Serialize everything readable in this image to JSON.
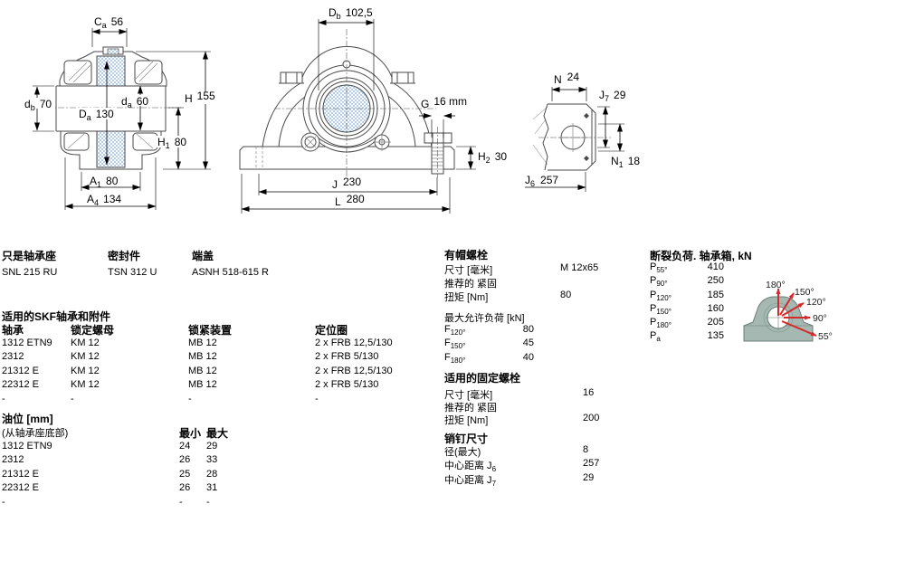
{
  "colors": {
    "hatch_blue": "#b5cde9",
    "drawing_line": "#4a4a4a",
    "dimension_line": "#000000",
    "load_arrow_red": "#d42a2a",
    "load_housing_teal": "#a5b8b2"
  },
  "products": {
    "housing": {
      "label": "只是轴承座",
      "value": "SNL 215 RU"
    },
    "seal": {
      "label": "密封件",
      "value": "TSN 312 U"
    },
    "end_cover": {
      "label": "端盖",
      "value": "ASNH 518-615 R"
    }
  },
  "bearings": {
    "title": "适用的SKF轴承和附件",
    "headers": [
      "轴承",
      "锁定螺母",
      "锁紧装置",
      "定位圈"
    ],
    "rows": [
      [
        "1312 ETN9",
        "KM 12",
        "MB 12",
        "2 x FRB 12,5/130"
      ],
      [
        "2312",
        "KM 12",
        "MB 12",
        "2 x FRB 5/130"
      ],
      [
        "21312 E",
        "KM 12",
        "MB 12",
        "2 x FRB 12,5/130"
      ],
      [
        "22312 E",
        "KM 12",
        "MB 12",
        "2 x FRB 5/130"
      ],
      [
        "-",
        "-",
        "-",
        "-"
      ]
    ]
  },
  "oil": {
    "title": "油位 [mm]",
    "subtitle": "(从轴承座底部)",
    "col_min": "最小",
    "col_max": "最大",
    "rows": [
      {
        "name": "1312 ETN9",
        "min": "24",
        "max": "29"
      },
      {
        "name": "2312",
        "min": "26",
        "max": "33"
      },
      {
        "name": "21312 E",
        "min": "25",
        "max": "28"
      },
      {
        "name": "22312 E",
        "min": "26",
        "max": "31"
      },
      {
        "name": "-",
        "min": "-",
        "max": "-"
      }
    ]
  },
  "cap_bolts": {
    "title": "有帽螺栓",
    "size_label": "尺寸 [毫米]",
    "size_value": "M 12x65",
    "recommend_label": "推荐的 紧固",
    "torque_label": "扭矩 [Nm]",
    "torque_value": "80",
    "max_load_title": "最大允许负荷 [kN]",
    "loads": [
      {
        "base": "F",
        "sub": "120°",
        "value": "80"
      },
      {
        "base": "F",
        "sub": "150°",
        "value": "45"
      },
      {
        "base": "F",
        "sub": "180°",
        "value": "40"
      }
    ]
  },
  "fixing_bolts": {
    "title": "适用的固定螺栓",
    "size_label": "尺寸 [毫米]",
    "size_value": "16",
    "recommend_label": "推荐的 紧固",
    "torque_label": "扭矩 [Nm]",
    "torque_value": "200"
  },
  "pins": {
    "title": "销钉尺寸",
    "rows": [
      {
        "label": "径(最大)",
        "sub": "",
        "value": "8"
      },
      {
        "label": "中心距离 J",
        "sub": "6",
        "value": "257"
      },
      {
        "label": "中心距离 J",
        "sub": "7",
        "value": "29"
      }
    ]
  },
  "breaking": {
    "title": "断裂负荷. 轴承箱, kN",
    "rows": [
      {
        "base": "P",
        "sub": "55°",
        "value": "410"
      },
      {
        "base": "P",
        "sub": "90°",
        "value": "250"
      },
      {
        "base": "P",
        "sub": "120°",
        "value": "185"
      },
      {
        "base": "P",
        "sub": "150°",
        "value": "160"
      },
      {
        "base": "P",
        "sub": "180°",
        "value": "205"
      },
      {
        "base": "P",
        "sub": "a",
        "value": "135"
      }
    ]
  },
  "drawings": {
    "section": {
      "ca": {
        "n": "C",
        "s": "a",
        "v": "56"
      },
      "db": {
        "n": "d",
        "s": "b",
        "v": "70"
      },
      "Da": {
        "n": "D",
        "s": "a",
        "v": "130"
      },
      "da": {
        "n": "d",
        "s": "a",
        "v": "60"
      },
      "H": {
        "n": "H",
        "s": "",
        "v": "155"
      },
      "H1": {
        "n": "H",
        "s": "1",
        "v": "80"
      },
      "A1": {
        "n": "A",
        "s": "1",
        "v": "80"
      },
      "A4": {
        "n": "A",
        "s": "4",
        "v": "134"
      }
    },
    "front": {
      "Db": {
        "n": "D",
        "s": "b",
        "v": "102,5"
      },
      "G": {
        "n": "G",
        "s": "",
        "v": "16 mm"
      },
      "H2": {
        "n": "H",
        "s": "2",
        "v": "30"
      },
      "J": {
        "n": "J",
        "s": "",
        "v": "230"
      },
      "L": {
        "n": "L",
        "s": "",
        "v": "280"
      }
    },
    "side": {
      "N": {
        "n": "N",
        "s": "",
        "v": "24"
      },
      "J7": {
        "n": "J",
        "s": "7",
        "v": "29"
      },
      "N1": {
        "n": "N",
        "s": "1",
        "v": "18"
      },
      "J6": {
        "n": "J",
        "s": "6",
        "v": "257"
      }
    },
    "load_diagram": {
      "angles": [
        "180°",
        "150°",
        "120°",
        "90°",
        "55°"
      ]
    }
  }
}
